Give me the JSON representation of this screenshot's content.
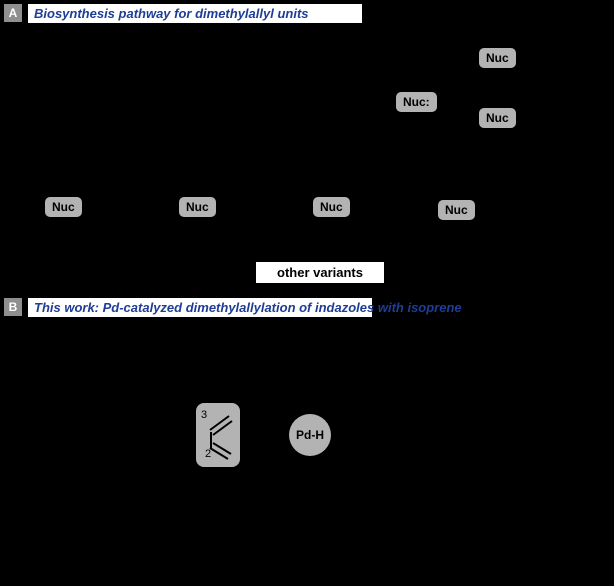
{
  "panelA": {
    "label": "A",
    "title": "Biosynthesis pathway for dimethylallyl units",
    "nuc_labels": [
      "Nuc",
      "Nuc:",
      "Nuc",
      "Nuc",
      "Nuc",
      "Nuc",
      "Nuc"
    ],
    "other_variants": "other variants"
  },
  "panelB": {
    "label": "B",
    "title": "This work: Pd-catalyzed dimethylallylation of indazoles with isoprene",
    "isoprene": {
      "position_3": "3",
      "position_2": "2"
    },
    "catalyst": "Pd-H"
  },
  "colors": {
    "background": "#000000",
    "title_blue": "#1e3d96",
    "panel_label_gray": "#8f8f8f",
    "chip_gray": "#b3b3b3",
    "highlight_white": "#ffffff"
  }
}
